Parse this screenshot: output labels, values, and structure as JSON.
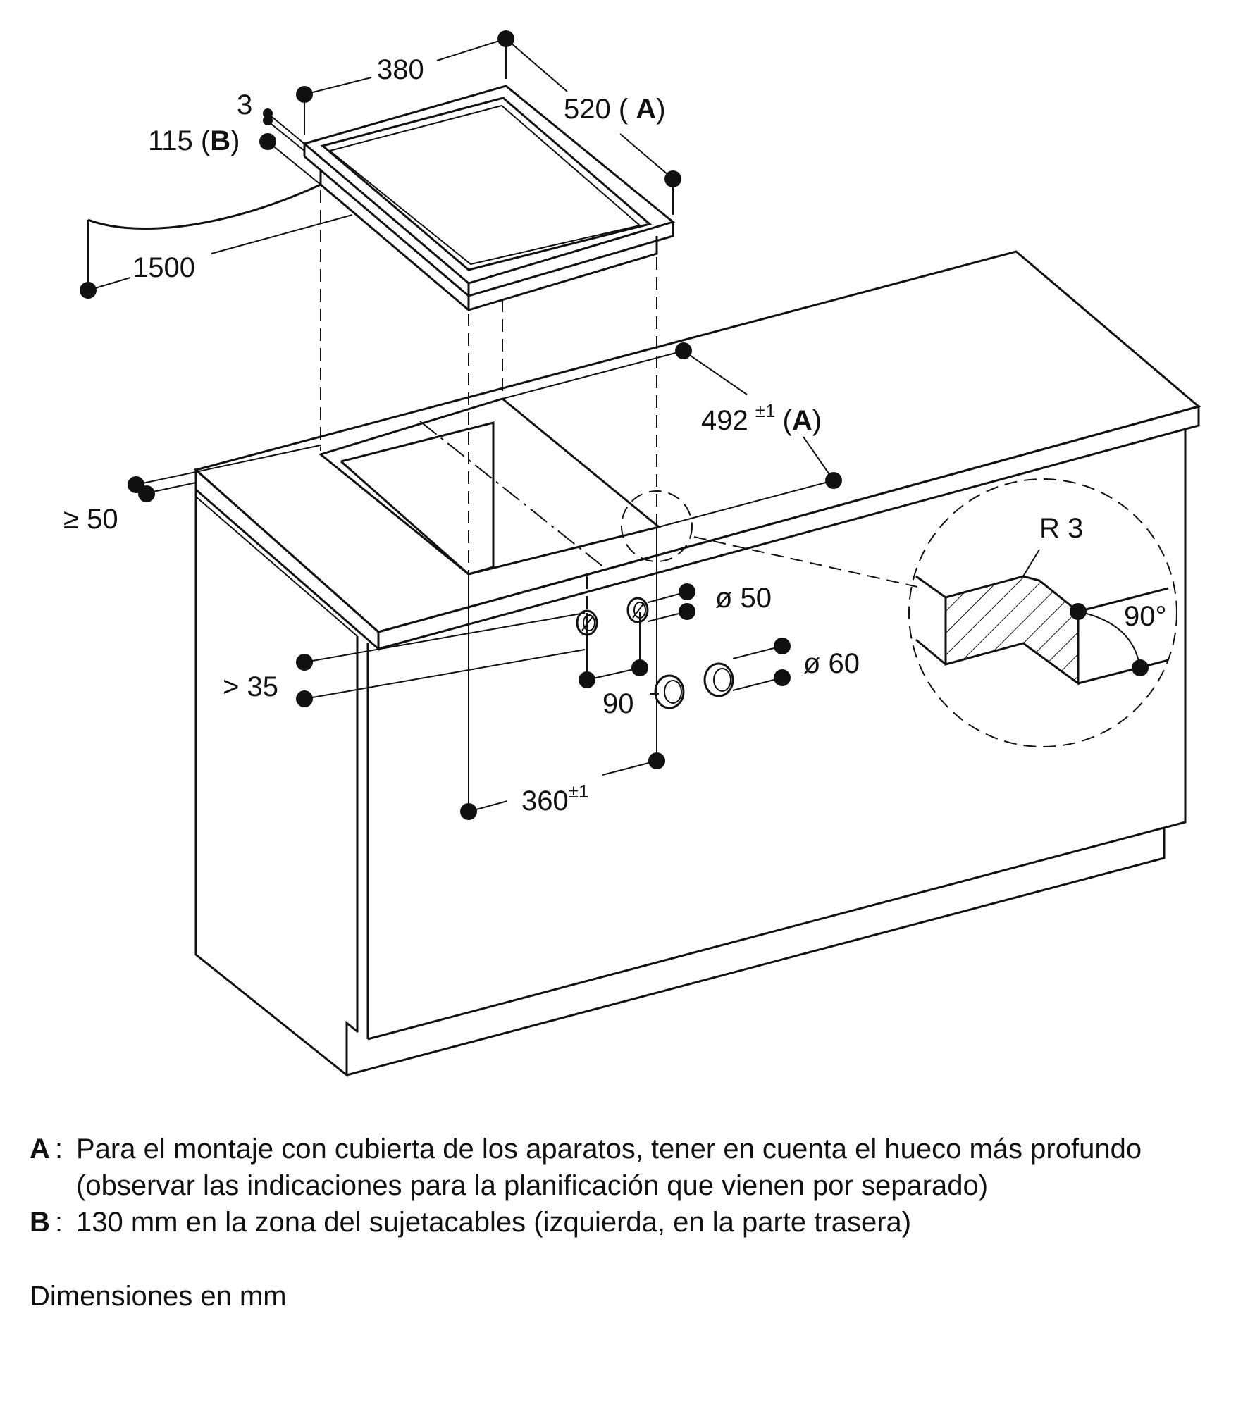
{
  "labels": {
    "w380": "380",
    "d520": "520",
    "d520_ref": "A",
    "t3": "3",
    "h115": "115",
    "h115_ref": "B",
    "cable1500": "1500",
    "cut492": "492",
    "cut492_tol": "±1",
    "cut492_ref": "A",
    "edge50": "≥ 50",
    "off35": "> 35",
    "dia50": "ø 50",
    "dia60": "ø 60",
    "sp90": "90",
    "cut360": "360",
    "cut360_tol": "±1",
    "radius": "R 3",
    "angle": "90°"
  },
  "notes": [
    {
      "key": "A",
      "text": "Para el montaje con cubierta de los aparatos, tener en cuenta el hueco más profundo (observar las indicaciones para la planificación que vienen por separado)"
    },
    {
      "key": "B",
      "text": "130 mm en la zona del sujetacables (izquierda, en la parte trasera)"
    }
  ],
  "units": "Dimensiones en mm"
}
